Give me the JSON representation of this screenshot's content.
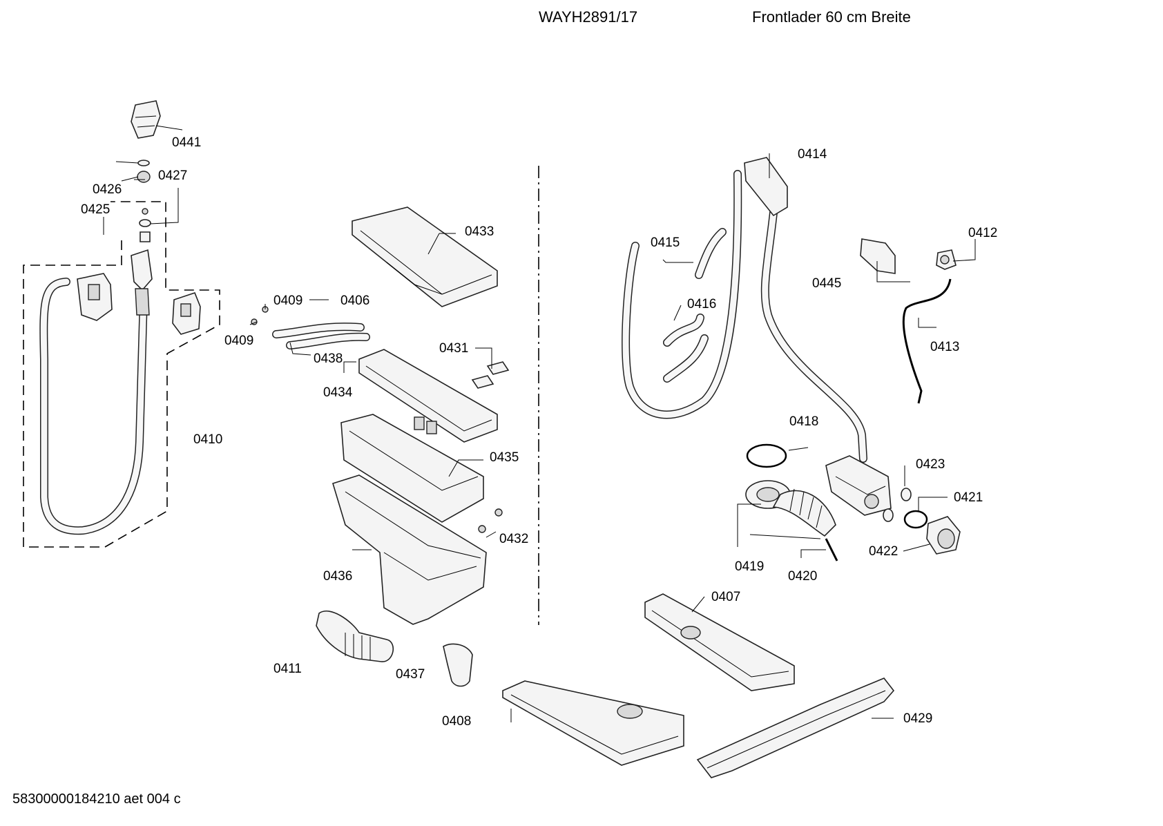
{
  "header": {
    "model": "WAYH2891/17",
    "description": "Frontlader 60 cm Breite"
  },
  "footer": {
    "document_code": "58300000184210 aet 004 c"
  },
  "parts": [
    {
      "id": "p0441",
      "label": "0441"
    },
    {
      "id": "p0426",
      "label": "0426"
    },
    {
      "id": "p0427",
      "label": "0427"
    },
    {
      "id": "p0425",
      "label": "0425"
    },
    {
      "id": "p0410",
      "label": "0410"
    },
    {
      "id": "p0409a",
      "label": "0409"
    },
    {
      "id": "p0406",
      "label": "0406"
    },
    {
      "id": "p0409b",
      "label": "0409"
    },
    {
      "id": "p0438",
      "label": "0438"
    },
    {
      "id": "p0433",
      "label": "0433"
    },
    {
      "id": "p0431",
      "label": "0431"
    },
    {
      "id": "p0434",
      "label": "0434"
    },
    {
      "id": "p0435",
      "label": "0435"
    },
    {
      "id": "p0432",
      "label": "0432"
    },
    {
      "id": "p0436",
      "label": "0436"
    },
    {
      "id": "p0411",
      "label": "0411"
    },
    {
      "id": "p0437",
      "label": "0437"
    },
    {
      "id": "p0408",
      "label": "0408"
    },
    {
      "id": "p0414",
      "label": "0414"
    },
    {
      "id": "p0415",
      "label": "0415"
    },
    {
      "id": "p0416",
      "label": "0416"
    },
    {
      "id": "p0412",
      "label": "0412"
    },
    {
      "id": "p0445",
      "label": "0445"
    },
    {
      "id": "p0413",
      "label": "0413"
    },
    {
      "id": "p0418",
      "label": "0418"
    },
    {
      "id": "p0423",
      "label": "0423"
    },
    {
      "id": "p0421",
      "label": "0421"
    },
    {
      "id": "p0422",
      "label": "0422"
    },
    {
      "id": "p0419",
      "label": "0419"
    },
    {
      "id": "p0420",
      "label": "0420"
    },
    {
      "id": "p0407",
      "label": "0407"
    },
    {
      "id": "p0429",
      "label": "0429"
    }
  ]
}
